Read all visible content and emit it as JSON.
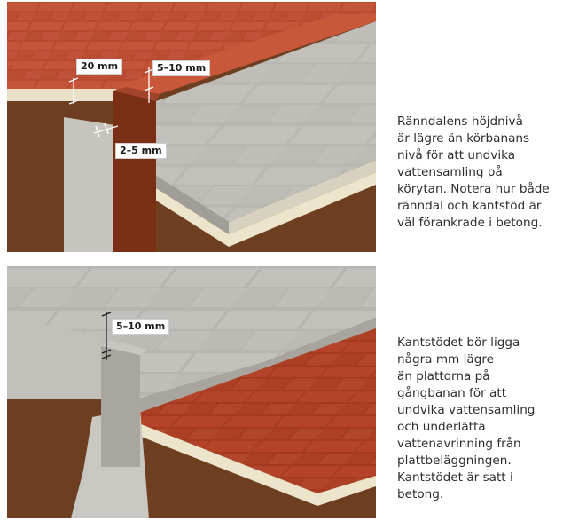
{
  "top": {
    "labels": {
      "gutter_height": "20 mm",
      "curb_offset": "5–10 mm",
      "joint": "2–5 mm"
    },
    "caption": "Ränndalens höjdnivå\när lägre än körbanans\nnivå för att undvika\nvattensamling på\nkörytan. Notera hur både\nränndal och kantstöd är\nväl förankrade i betong."
  },
  "bottom": {
    "labels": {
      "curb_offset": "5–10 mm"
    },
    "caption": "Kantstödet bör ligga\nnågra mm lägre\nän plattorna på\ngångbanan för att\nundvika vattensamling\noch underlätta\nvattenavrinning från\nplattbeläggningen.\nKantstödet är satt i\nbetong."
  }
}
